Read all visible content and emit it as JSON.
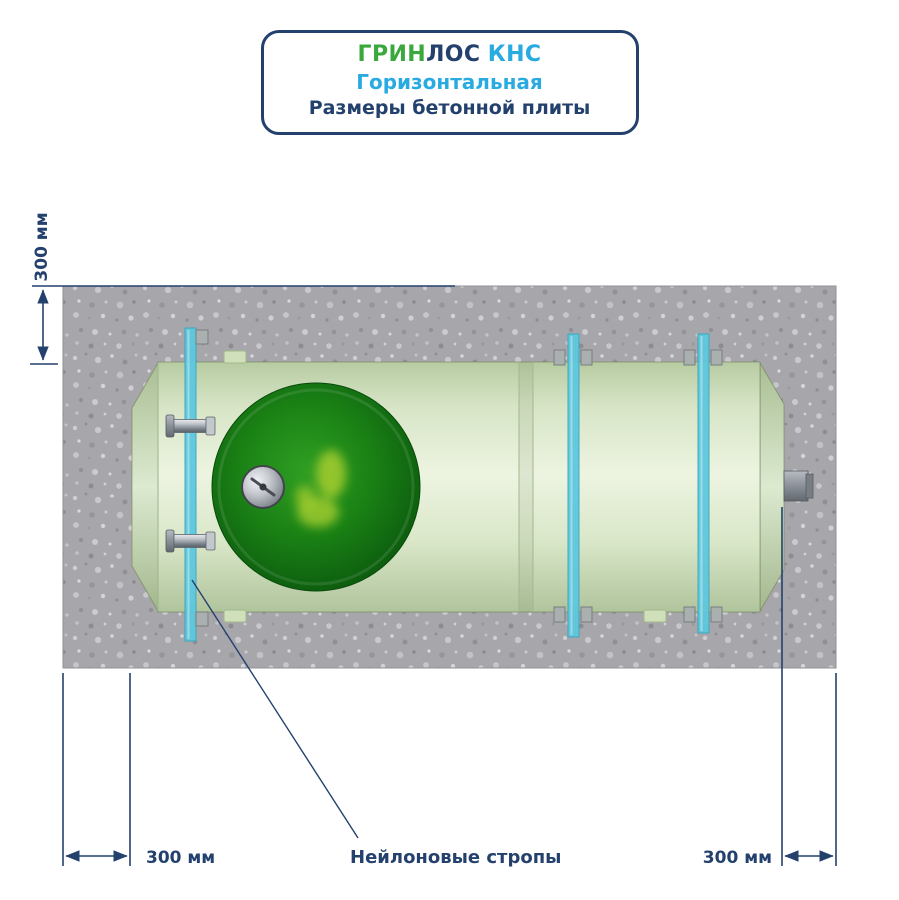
{
  "header": {
    "brand": {
      "part_green": "ГРИН",
      "part_navy": "ЛОС",
      "part_cyan": "КНС"
    },
    "line2": "Горизонтальная",
    "line3": "Размеры бетонной плиты"
  },
  "dimensions": {
    "top_offset": "300 мм",
    "bottom_left_offset": "300 мм",
    "bottom_right_offset": "300 мм"
  },
  "annotations": {
    "slings_label": "Нейлоновые стропы"
  },
  "colors": {
    "navy": "#24416e",
    "brand_green": "#3aa83c",
    "brand_cyan": "#29abe2",
    "concrete_gray": "#a7a7ab",
    "tank_green": "#dcead0",
    "lid_green": "#157a13",
    "strap_blue": "#5fc8de"
  }
}
